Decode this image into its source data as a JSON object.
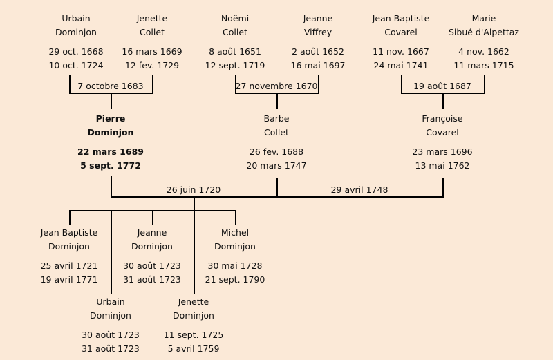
{
  "people": {
    "urbain_sr": {
      "first": "Urbain",
      "last": "Dominjon",
      "birth": "29 oct. 1668",
      "death": "10 oct. 1724"
    },
    "jenette_collet": {
      "first": "Jenette",
      "last": "Collet",
      "birth": "16 mars 1669",
      "death": "12 fev. 1729"
    },
    "noemi_collet": {
      "first": "Noëmi",
      "last": "Collet",
      "birth": "8 août 1651",
      "death": "12 sept. 1719"
    },
    "jeanne_viffrey": {
      "first": "Jeanne",
      "last": "Viffrey",
      "birth": "2 août 1652",
      "death": "16 mai 1697"
    },
    "jb_covarel": {
      "first": "Jean Baptiste",
      "last": "Covarel",
      "birth": "11 nov. 1667",
      "death": "24 mai 1741"
    },
    "marie_sibue": {
      "first": "Marie",
      "last": "Sibué d'Alpettaz",
      "birth": "4 nov. 1662",
      "death": "11 mars 1715"
    },
    "pierre": {
      "first": "Pierre",
      "last": "Dominjon",
      "birth": "22 mars 1689",
      "death": "5 sept. 1772"
    },
    "barbe": {
      "first": "Barbe",
      "last": "Collet",
      "birth": "26 fev. 1688",
      "death": "20 mars 1747"
    },
    "francoise": {
      "first": "Françoise",
      "last": "Covarel",
      "birth": "23 mars 1696",
      "death": "13 mai 1762"
    },
    "jb_dominjon": {
      "first": "Jean Baptiste",
      "last": "Dominjon",
      "birth": "25 avril 1721",
      "death": "19 avril 1771"
    },
    "urbain_jr": {
      "first": "Urbain",
      "last": "Dominjon",
      "birth": "30 août 1723",
      "death": "31 août 1723"
    },
    "jeanne_dominjon": {
      "first": "Jeanne",
      "last": "Dominjon",
      "birth": "30 août 1723",
      "death": "31 août 1723"
    },
    "jenette_dominjon": {
      "first": "Jenette",
      "last": "Dominjon",
      "birth": "11 sept. 1725",
      "death": "5 avril 1759"
    },
    "michel": {
      "first": "Michel",
      "last": "Dominjon",
      "birth": "30 mai 1728",
      "death": "21 sept. 1790"
    }
  },
  "marriages": {
    "m1": "7 octobre 1683",
    "m2": "27 novembre 1670",
    "m3": "19 août 1687",
    "m4": "26 juin 1720",
    "m5": "29 avril 1748"
  }
}
